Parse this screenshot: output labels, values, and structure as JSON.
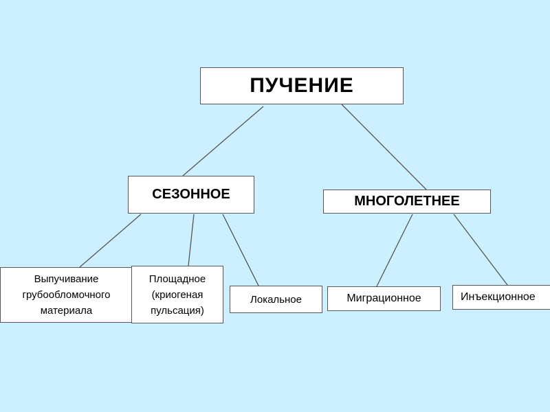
{
  "diagram": {
    "root": {
      "label": "ПУЧЕНИЕ"
    },
    "branches": [
      {
        "label": "СЕЗОННОЕ"
      },
      {
        "label": "МНОГОЛЕТНЕЕ"
      }
    ],
    "leaves": [
      {
        "label": "Выпучивание\nгрубообломочного\nматериала",
        "parent": "СЕЗОННОЕ"
      },
      {
        "label": "Площадное\n(криогеная\nпульсация)",
        "parent": "СЕЗОННОЕ"
      },
      {
        "label": "Локальное",
        "parent": "СЕЗОННОЕ"
      },
      {
        "label": "Миграционное",
        "parent": "МНОГОЛЕТНЕЕ"
      },
      {
        "label": "Инъекционное",
        "parent": "МНОГОЛЕТНЕЕ"
      }
    ],
    "colors": {
      "background": "#ccf0ff",
      "box_fill": "#ffffff",
      "line": "#555555"
    }
  }
}
